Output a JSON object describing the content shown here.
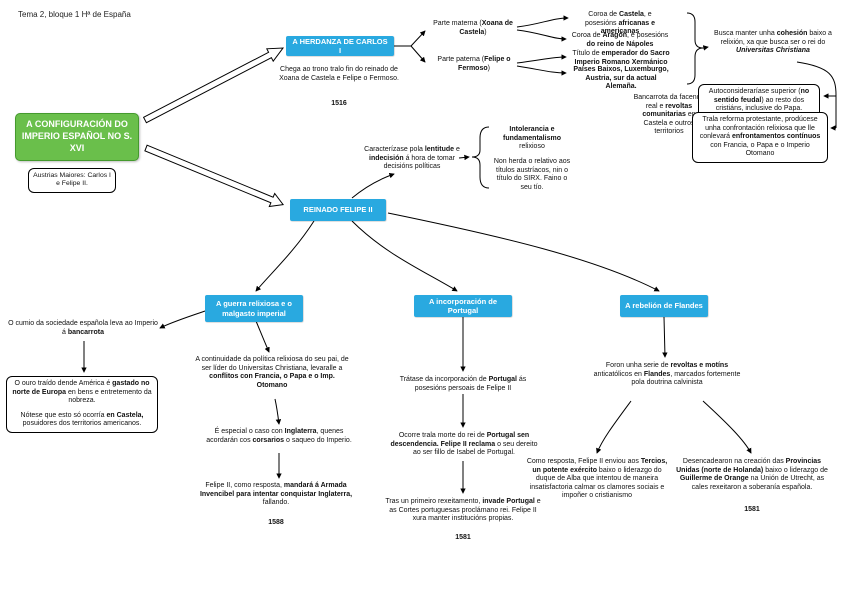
{
  "page": {
    "header": "Tema 2, bloque 1 Hª de España"
  },
  "colors": {
    "green": "#6abf4b",
    "green_border": "#459a2e",
    "blue": "#29a9e0"
  },
  "root": {
    "title": "A CONFIGURACIÓN DO IMPERIO ESPAÑOL NO S. XVI",
    "subtitle": "Austrias Maiores: Carlos I e Felipe II."
  },
  "herdanza": {
    "title": "A HERDANZA DE CARLOS I",
    "note": "Chega ao trono tralo fin do reinado de Xoana de Castela e Felipe o Fermoso.",
    "year": "1516",
    "materna": "Parte materna (<b>Xoana de Castela</b>)",
    "paterna": "Parte paterna (<b>Felipe o Fermoso</b>)",
    "castela": "Coroa de <b>Castela</b>, e posesións <b>africanas e americanas</b>",
    "aragon": "Coroa de <b>Aragón</b>, e posesións <b>do reino de Nápoles</b>",
    "emperador": "Título de <b>emperador do Sacro Imperio Romano Xermánico</b>",
    "paises": "<b>Países Baixos, Luxemburgo, Austria, sur da actual Alemaña.</b>",
    "cohesion": "Busca manter unha <b>cohesión</b> baixo a relixión, xa que busca ser o rei do <b><i>Universitas Christiana</i></b>",
    "bancarrota": "Bancarrota da facenda real e <b>revoltas comunitarias</b> en Castela e outros territorios",
    "superior": "Autoconsideraríase superior (<b>no sentido feudal</b>) ao resto dos cristiáns, inclusive do Papa.",
    "reforma": "Trala reforma protestante, prodúcese unha confrontación relixiosa que lle conlevará <b>enfrontamentos contínuos</b> con Francia, o Papa e o Imperio Otomano"
  },
  "reinado": {
    "title": "REINADO FELIPE II",
    "caracter": "Caracterízase pola <b>lentitude</b> e <b>indecisión</b> á hora de tomar decisións políticas",
    "intolerancia": "<b>Intolerancia e fundamentalismo</b> relixioso",
    "non_herda": "Non herda o relativo aos títulos austríacos, nin o título do SIRX. Faino o seu tío."
  },
  "guerra": {
    "title": "A guerra relixiosa e o malgasto imperial",
    "cumio": "O cumio da sociedade española leva ao Imperio á <b>bancarrota</b>",
    "ouro": "O ouro traído dende América é <b>gastado no norte de Europa</b> en bens e entretemento da nobreza.",
    "ouro_nota": "Nótese que esto só ocorría <b>en Castela,</b> posuidores dos territorios americanos.",
    "continuidade": "A continuidade da política relixiosa do seu pai, de ser líder do Universitas Christiana, levaralle a <b>conflitos con Francia, o Papa e o Imp. Otomano</b>",
    "inglaterra": "É especial o caso con <b>Inglaterra</b>, quenes acordarán cos <b>corsarios</b> o saqueo do Imperio.",
    "armada": "Felipe II, como resposta, <b>mandará á Armada Invencibel para intentar conquistar Inglaterra,</b> fallando.",
    "year": "1588"
  },
  "portugal": {
    "title": "A incorporación de Portugal",
    "tratase": "Trátase da incorporación de <b>Portugal</b> ás posesións persoais de Felipe II",
    "ocorre": "Ocorre trala morte do rei de <b>Portugal sen descendencia. Felipe II reclama</b> o seu dereito ao ser fillo de Isabel de Portugal.",
    "invade": "Tras un primeiro rexeitamento, <b>invade Portugal</b> e as Cortes portuguesas proclámano rei. Felipe II xura manter institucións propias.",
    "year": "1581"
  },
  "flandes": {
    "title": "A rebelión de Flandes",
    "foron": "Foron unha serie de <b>revoltas e motíns</b> anticatólicos en <b>Flandes</b>, marcados fortemente pola doutrina calvinista",
    "tercios": "Como resposta, Felipe II enviou aos <b>Tercios, un potente exército</b> baixo o liderazgo do duque de Alba que intentou de maneira insatisfactoria calmar os clamores sociais e impoñer o cristianismo",
    "provincias": "Desencadearon na creación das <b>Provincias Unidas (norte de Holanda)</b> baixo o liderazgo de <b>Guillerme de Orange</b> na Unión de Utrecht, as cales rexeitaron a soberanía española.",
    "year": "1581"
  }
}
